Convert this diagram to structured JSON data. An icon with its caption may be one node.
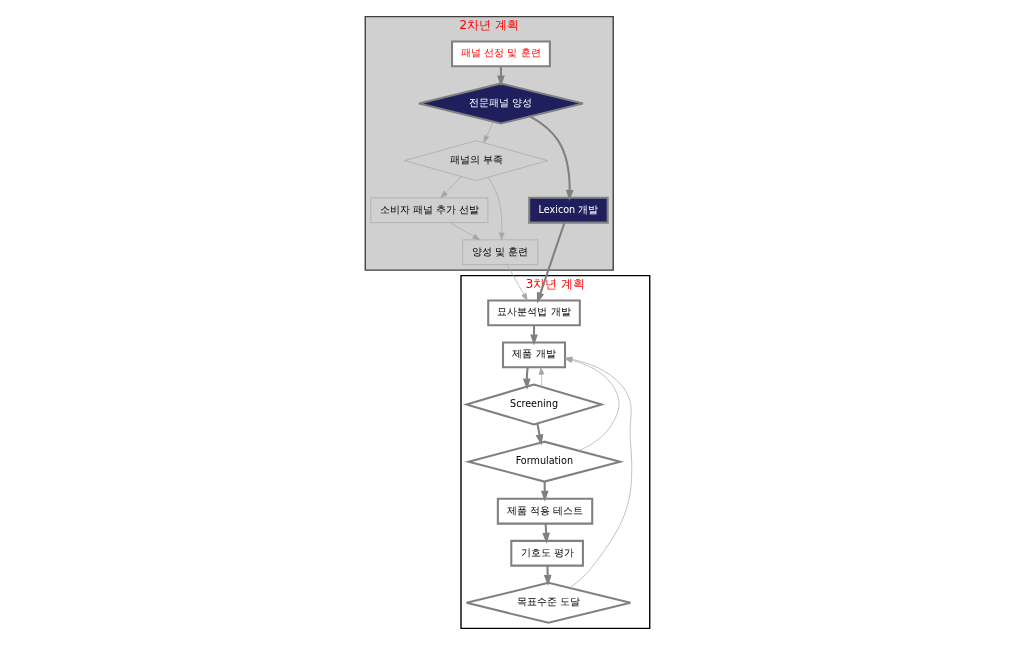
{
  "diagram": {
    "nodes": [
      {
        "text": [
          "2차년 계획"
        ]
      },
      {
        "text": [
          "패널 선정 및 훈련"
        ],
        "in": 0
      },
      {
        "text": [
          "전문패널 양성"
        ],
        "in": 0
      },
      {
        "text": [
          "패널의 부족"
        ],
        "in": 0
      },
      {
        "text": [
          "소비자 패널 추가 선발"
        ],
        "in": 0
      },
      {
        "text": [
          "양성 및 훈련"
        ],
        "in": 0
      },
      {
        "text": [
          "Lexicon 개발"
        ],
        "in": 0
      },
      {
        "text": [
          "3차년 계획"
        ]
      },
      {
        "text": [
          "묘사분석법 개발"
        ],
        "in": 7
      },
      {
        "text": [
          "제품 개발"
        ],
        "in": 7
      },
      {
        "text": [
          "Screening"
        ],
        "in": 7
      },
      {
        "text": [
          "Formulation"
        ],
        "in": 7
      },
      {
        "text": [
          "제품 적용 테스트"
        ],
        "in": 7
      },
      {
        "text": [
          "기호도 평가"
        ],
        "in": 7
      },
      {
        "text": [
          "목표수준 도달"
        ],
        "in": 7
      }
    ],
    "edges": [
      {
        "from": 1,
        "to": 2,
        "arrow": "to"
      },
      {
        "from": 2,
        "to": 6,
        "arrow": "to"
      },
      {
        "from": 2,
        "to": 3,
        "arrow": "to",
        "color": "#a6a6a6"
      },
      {
        "from": 3,
        "to": 4,
        "arrow": "to",
        "color": "#a6a6a6"
      },
      {
        "from": 4,
        "to": 5,
        "arrow": "to",
        "color": "#a6a6a6"
      },
      {
        "from": 3,
        "to": 5,
        "arrow": "to",
        "color": "#a6a6a6"
      },
      {
        "from": 6,
        "to": 8,
        "arrow": "to"
      },
      {
        "from": 5,
        "to": 8,
        "arrow": "to",
        "color": "#a6a6a6"
      },
      {
        "from": 8,
        "to": 9,
        "arrow": "to"
      },
      {
        "from": 9,
        "to": 10,
        "arrow": "to"
      },
      {
        "from": 10,
        "to": 11,
        "arrow": "to"
      },
      {
        "from": 11,
        "to": 12,
        "arrow": "to"
      },
      {
        "from": 12,
        "to": 13,
        "arrow": "to"
      },
      {
        "from": 13,
        "to": 14,
        "arrow": "to"
      },
      {
        "from": 10,
        "to": 9,
        "arrow": "to",
        "color": "#a6a6a6"
      },
      {
        "from": 11,
        "to": 9,
        "arrow": "to",
        "color": "#a6a6a6"
      },
      {
        "from": 14,
        "to": 9,
        "arrow": "to",
        "color": "#a6a6a6"
      }
    ]
  }
}
